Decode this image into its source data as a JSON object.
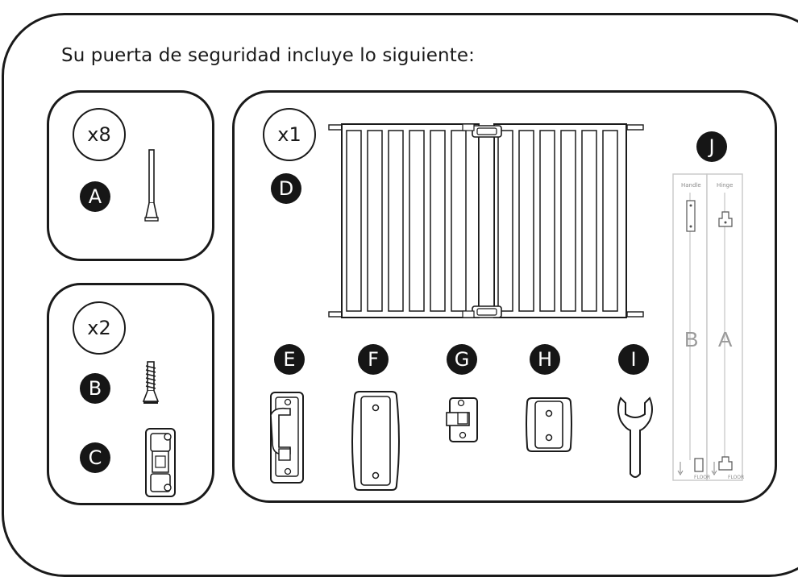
{
  "title": "Su puerta de seguridad incluye lo siguiente:",
  "parts": [
    {
      "letter": "A",
      "quantity": "x8",
      "icon": "long-bolt"
    },
    {
      "letter": "B",
      "quantity": "x2",
      "icon": "short-screw"
    },
    {
      "letter": "C",
      "quantity": "x2",
      "icon": "latch-bracket"
    },
    {
      "letter": "D",
      "quantity": "x1",
      "icon": "safety-gate"
    },
    {
      "letter": "E",
      "icon": "latch-handle-plate"
    },
    {
      "letter": "F",
      "icon": "wall-cup-large"
    },
    {
      "letter": "G",
      "icon": "hinge-bracket"
    },
    {
      "letter": "H",
      "icon": "wall-cup-small"
    },
    {
      "letter": "I",
      "icon": "wrench"
    },
    {
      "letter": "J",
      "icon": "drilling-template"
    }
  ],
  "template": {
    "strip_b_header": "Handle",
    "strip_a_header": "Hinge",
    "strip_b_letter": "B",
    "strip_a_letter": "A",
    "strip_b_footer": "FLOOR",
    "strip_a_footer": "FLOOR"
  }
}
